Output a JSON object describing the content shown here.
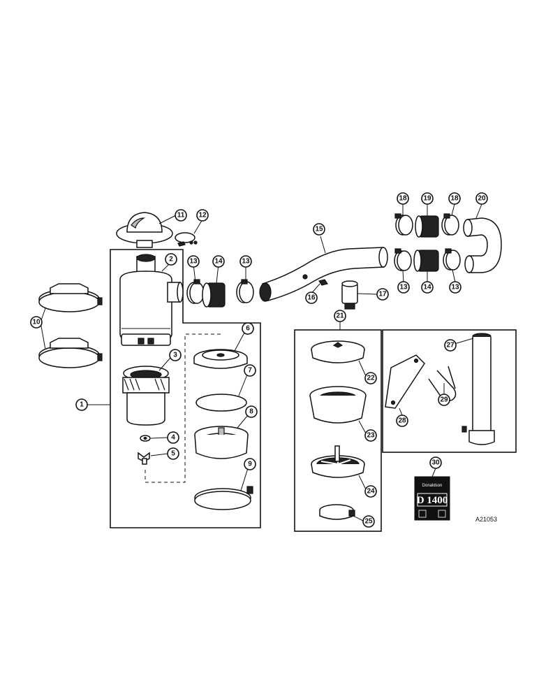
{
  "diagram": {
    "reference_code": "A21053",
    "decal_brand": "Donaldson",
    "decal_model": "D 1400",
    "callouts": [
      {
        "id": "c1",
        "label": "1"
      },
      {
        "id": "c2",
        "label": "2"
      },
      {
        "id": "c3",
        "label": "3"
      },
      {
        "id": "c4",
        "label": "4"
      },
      {
        "id": "c5",
        "label": "5"
      },
      {
        "id": "c6",
        "label": "6"
      },
      {
        "id": "c7",
        "label": "7"
      },
      {
        "id": "c8",
        "label": "8"
      },
      {
        "id": "c9",
        "label": "9"
      },
      {
        "id": "c10",
        "label": "10"
      },
      {
        "id": "c11",
        "label": "11"
      },
      {
        "id": "c12",
        "label": "12"
      },
      {
        "id": "c13a",
        "label": "13"
      },
      {
        "id": "c14a",
        "label": "14"
      },
      {
        "id": "c13b",
        "label": "13"
      },
      {
        "id": "c15",
        "label": "15"
      },
      {
        "id": "c16",
        "label": "16"
      },
      {
        "id": "c17",
        "label": "17"
      },
      {
        "id": "c18a",
        "label": "18"
      },
      {
        "id": "c19",
        "label": "19"
      },
      {
        "id": "c18b",
        "label": "18"
      },
      {
        "id": "c20",
        "label": "20"
      },
      {
        "id": "c13c",
        "label": "13"
      },
      {
        "id": "c14b",
        "label": "14"
      },
      {
        "id": "c13d",
        "label": "13"
      },
      {
        "id": "c21",
        "label": "21"
      },
      {
        "id": "c22",
        "label": "22"
      },
      {
        "id": "c23",
        "label": "23"
      },
      {
        "id": "c24",
        "label": "24"
      },
      {
        "id": "c25",
        "label": "25"
      },
      {
        "id": "c27",
        "label": "27"
      },
      {
        "id": "c28",
        "label": "28"
      },
      {
        "id": "c29",
        "label": "29"
      },
      {
        "id": "c30",
        "label": "30"
      }
    ]
  }
}
